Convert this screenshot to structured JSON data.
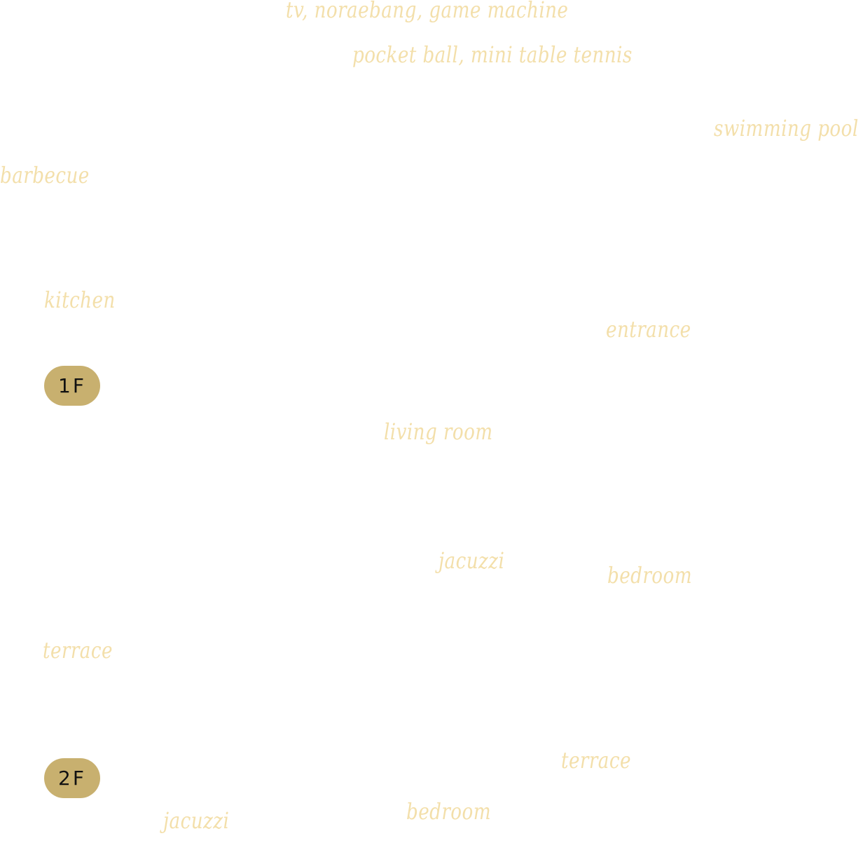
{
  "colors": {
    "label": "#f3dfaa",
    "badge": "#c8b06f",
    "badge_text": "#111111",
    "background": "#ffffff"
  },
  "floors": [
    {
      "label": "1F"
    },
    {
      "label": "2F"
    }
  ],
  "labels": {
    "tv_noraebang": "tv, noraebang, game machine",
    "pocket_ball": "pocket ball, mini table tennis",
    "swimming_pool": "swimming pool",
    "barbecue": "barbecue",
    "kitchen": "kitchen",
    "entrance": "entrance",
    "living_room": "living room",
    "jacuzzi_1": "jacuzzi",
    "bedroom_1": "bedroom",
    "terrace_1": "terrace",
    "terrace_2": "terrace",
    "bedroom_2": "bedroom",
    "jacuzzi_2": "jacuzzi"
  }
}
